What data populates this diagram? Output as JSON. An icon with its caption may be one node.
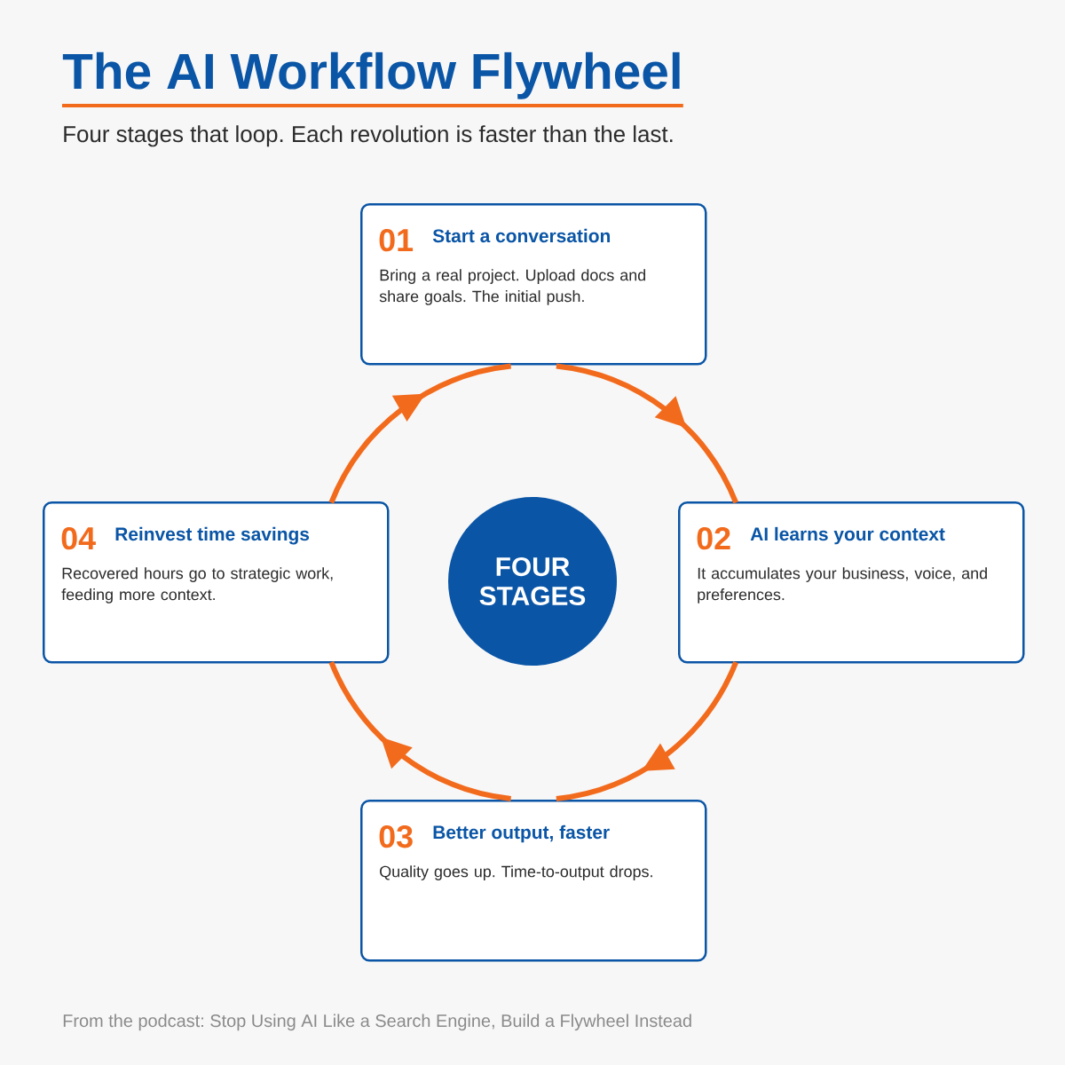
{
  "diagram": {
    "title": "The AI Workflow Flywheel",
    "caption": "From the podcast: Stop Using AI Like a Search Engine, Build a Flywheel Instead",
    "labels": [
      "Four stages that loop. Each revolution is faster than the last."
    ],
    "nodes": [
      {
        "text": [
          "01",
          "Start a conversation",
          "Bring a real project. Upload docs and share goals. The initial push."
        ]
      },
      {
        "text": [
          "02",
          "AI learns your context",
          "It accumulates your business, voice, and preferences."
        ]
      },
      {
        "text": [
          "03",
          "Better output, faster",
          "Quality goes up. Time-to-output drops."
        ]
      },
      {
        "text": [
          "04",
          "Reinvest time savings",
          "Recovered hours go to strategic work, feeding more context."
        ]
      },
      {
        "text": [
          "FOUR STAGES"
        ]
      }
    ],
    "edges": [
      {
        "from": 0,
        "to": 1,
        "arrow": "to"
      },
      {
        "from": 1,
        "to": 2,
        "arrow": "to"
      },
      {
        "from": 2,
        "to": 3,
        "arrow": "to"
      },
      {
        "from": 3,
        "to": 0,
        "arrow": "to"
      }
    ]
  }
}
